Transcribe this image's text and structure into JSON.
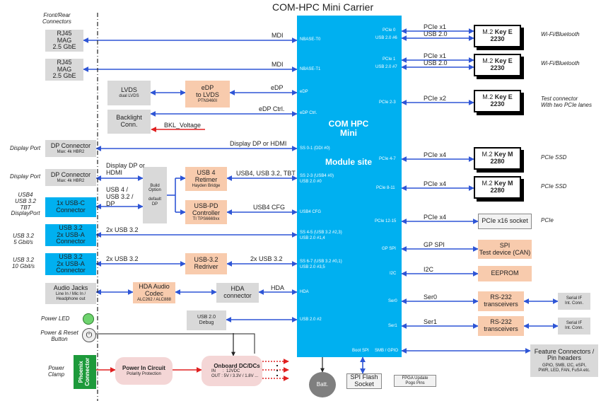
{
  "title": "COM-HPC Mini Carrier",
  "left_header": "Front/Rear\nConnectors",
  "module": {
    "line1": "COM HPC",
    "line2": "Mini",
    "line3": "Module site"
  },
  "module_signals": {
    "nbase_t0": "NBASE-T0",
    "nbase_t1": "NBASE-T1",
    "edp": "eDP",
    "edp_ctrl": "eDP Ctrl.",
    "ss01": "SS 0-1 (DDI #0)",
    "ss23": "SS 2-3 (USB4 #0)",
    "usb20_0": "USB 2.0 #0",
    "usb4cfg": "USB4 CFG",
    "ss45": "SS 4-5 (USB 3.2 #2,3)",
    "usb20_14": "USB 2.0 #1,4",
    "ss67": "SS 6-7 (USB 3.2 #0,1)",
    "usb20_35": "USB 2.0 #3,5",
    "hda": "HDA",
    "usb20_2": "USB 2.0 #2",
    "bootspi": "Boot SPI",
    "pcie0": "PCIe 0",
    "usb20_6": "USB 2.0 #6",
    "pcie1": "PCIe 1",
    "usb20_7": "USB 2.0 #7",
    "pcie23": "PCIe 2-3",
    "pcie47": "PCIe 4-7",
    "pcie811": "PCIe 8-11",
    "pcie1215": "PCIe 12-15",
    "gpspi": "GP SPI",
    "i2c": "I2C",
    "ser0": "Ser0",
    "ser1": "Ser1",
    "smb": "SMB / GPIO"
  },
  "left_boxes": {
    "rj45_a": "RJ45\nMAG\n2.5 GbE",
    "rj45_b": "RJ45\nMAG\n2.5 GbE",
    "lvds_title": "LVDS",
    "lvds_sub": "dual LVDS",
    "backlight": "Backlight\nConn.",
    "dp1_title": "DP Connector",
    "dp1_sub": "Max: 4k HBR2",
    "dp2_title": "DP Connector",
    "dp2_sub": "Max: 4k HBR2",
    "usbc": "1x USB-C\nConnector",
    "usba1": "USB 3.2\n2x USB-A\nConnector",
    "usba2": "USB 3.2\n2x USB-A\nConnector",
    "audio_title": "Audio Jacks",
    "audio_sub": "Line In / Mic In /\nHeadphone out"
  },
  "mid_boxes": {
    "edp_lvds_title": "eDP\nto LVDS",
    "edp_lvds_sub": "PTN3460I",
    "build_opt": "Build\nOption",
    "build_default": "default\nDP",
    "retimer_title": "USB 4\nRetimer",
    "retimer_sub": "Hayden Bridge",
    "pd_title": "USB-PD\nController",
    "pd_sub": "TI TPS6669xx",
    "redriver": "USB-3.2\nRedriver",
    "codec_title": "HDA Audio\nCodec",
    "codec_sub": "ALC262 / ALC888",
    "hda_conn": "HDA\nconnector",
    "usb_debug": "USB 2.0\nDebug"
  },
  "wire_labels": {
    "mdi1": "MDI",
    "mdi2": "MDI",
    "edp": "eDP",
    "edp_ctrl": "eDP Ctrl.",
    "bkl": "BKL_Voltage",
    "dp_hdmi": "Display DP or HDMI",
    "dp_or_hdmi": "Display DP or\nHDMI",
    "usb4_dp": "USB 4 /\nUSB 3.2 /\nDP",
    "usb4_tbt": "USB4, USB 3.2, TBT",
    "usb4_cfg": "USB4 CFG",
    "usb32a": "2x USB 3.2",
    "usb32b": "2x USB 3.2",
    "usb32c": "2x USB 3.2",
    "hda": "HDA",
    "pcie_x1a": "PCIe x1",
    "usb20a": "USB 2.0",
    "pcie_x1b": "PCIe x1",
    "usb20b": "USB 2.0",
    "pcie_x2": "PCIe x2",
    "pcie_x4a": "PCIe x4",
    "pcie_x4b": "PCIe x4",
    "pcie_x4c": "PCIe x4",
    "gp_spi": "GP SPI",
    "i2c": "I2C",
    "ser0": "Ser0",
    "ser1": "Ser1"
  },
  "left_labels": {
    "display_port1": "Display Port",
    "display_port2": "Display Port",
    "usb4_stack": "USB4\nUSB 3.2\nTBT\nDisplayPort",
    "usb32_5g": "USB 3.2\n5 Gbit/s",
    "usb32_10g": "USB 3.2\n10 Gbit/s",
    "power_led": "Power LED",
    "power_reset": "Power & Reset\nButton",
    "power_clamp": "Power\nClamp"
  },
  "right_boxes": {
    "m2_1a": "M.2 ",
    "m2_1b": "Key E",
    "m2_1c": "2230",
    "m2_2a": "M.2 ",
    "m2_2b": "Key E",
    "m2_2c": "2230",
    "m2_3a": "M.2 ",
    "m2_3b": "Key E",
    "m2_3c": "2230",
    "m2_4a": "M.2 ",
    "m2_4b": "Key M",
    "m2_4c": "2280",
    "m2_5a": "M.2 ",
    "m2_5b": "Key M",
    "m2_5c": "2280",
    "pcie16": "PCIe x16 socket",
    "spi_dev": "SPI\nTest device (CAN)",
    "eeprom": "EEPROM",
    "rs232a": "RS-232\ntransceivers",
    "rs232b": "RS-232\ntransceivers",
    "serial_if1": "Serial IF\nInt. Conn.",
    "serial_if2": "Serial IF\nInt. Conn.",
    "feature_title": "Feature Connectors /\nPin headers",
    "feature_sub": "GPIO, SMB, I2C, eSPI,\nPWR, LED, FAN, FuSA etc."
  },
  "right_labels": {
    "wifi1": "Wi-Fi/Bluetooth",
    "wifi2": "Wi-Fi/Bluetooth",
    "test": "Test connector\nWith two PCIe lanes",
    "ssd1": "PCIe SSD",
    "ssd2": "PCIe SSD",
    "pcie": "PCIe"
  },
  "bottom": {
    "phoenix": "Phoenix\nConnector",
    "power_in_title": "Power In Circuit",
    "power_in_sub": "Polarity Protection",
    "dcdc_title": "Onboard DC/DCs",
    "dcdc_in": "IN      :  12VDC",
    "dcdc_out": "OUT : 5V / 3.3V / 1.8V ...",
    "batt": "Batt.",
    "spi_flash": "SPI Flash\nSocket",
    "fpga": "FPGA Update\nPogo Pins"
  },
  "colors": {
    "blue": "#2e55d6",
    "red": "#e02020",
    "cyan": "#00b0f0",
    "orange": "#f8cbad",
    "grey": "#d9d9d9",
    "green": "#1d9a3b"
  }
}
